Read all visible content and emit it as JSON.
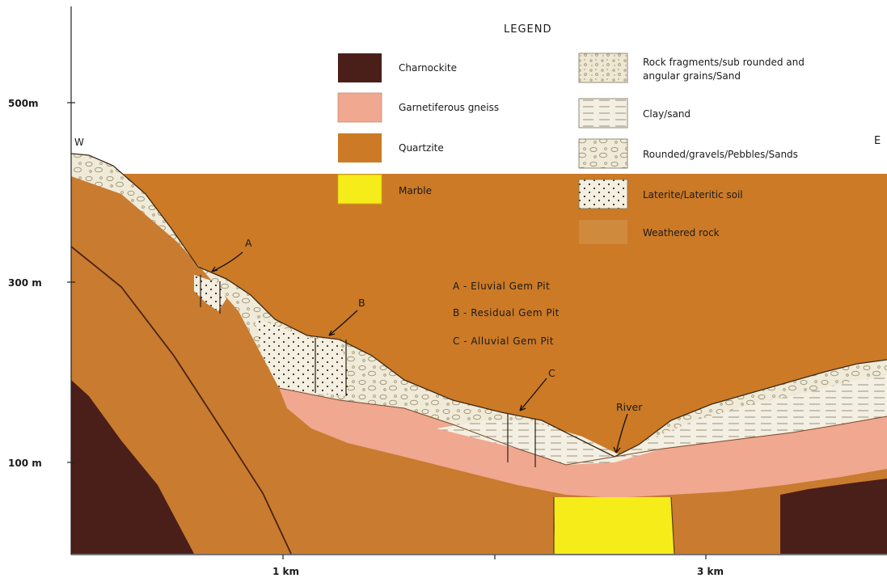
{
  "axis": {
    "y_ticks": [
      "500m",
      "300 m",
      "100 m"
    ],
    "x_ticks": [
      "1 km",
      "3 km"
    ]
  },
  "directions": {
    "west": "W",
    "east": "E"
  },
  "legend": {
    "title": "LEGEND",
    "left_items": [
      {
        "label": "Charnockite",
        "color": "#4a1f1a"
      },
      {
        "label": "Garnetiferous gneiss",
        "color": "#f1a890"
      },
      {
        "label": "Quartzite",
        "color": "#cc7a26"
      },
      {
        "label": "Marble",
        "color": "#f5ec1a"
      }
    ],
    "right_items": [
      {
        "label": "Rock fragments/sub rounded and\nangular grains/Sand",
        "pattern": "rock-fragments"
      },
      {
        "label": "Clay/sand",
        "pattern": "clay"
      },
      {
        "label": "Rounded/gravels/Pebbles/Sands",
        "pattern": "gravel"
      },
      {
        "label": "Laterite/Lateritic soil",
        "pattern": "laterite"
      },
      {
        "label": "Weathered rock",
        "color": "#cf8a3e"
      }
    ]
  },
  "pits": {
    "a": "A",
    "b": "B",
    "c": "C",
    "river": "River"
  },
  "pit_key": [
    "A  -  Eluvial Gem Pit",
    "B  -  Residual Gem Pit",
    "C  -  Alluvial Gem Pit"
  ],
  "colors": {
    "charnockite": "#4a1f1a",
    "gneiss": "#f1a890",
    "quartzite": "#cc7a26",
    "weathered": "#cf8a3e",
    "marble": "#f5ec1a",
    "sediment_bg": "#f1ecd9"
  }
}
